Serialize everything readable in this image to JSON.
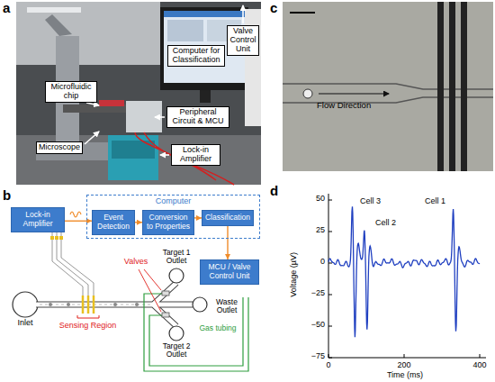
{
  "diagram": {
    "nodes": [
      {
        "text": [
          "Computer for Classification"
        ]
      },
      {
        "text": [
          "Valve Control Unit"
        ]
      },
      {
        "text": [
          "Microfluidic chip"
        ]
      },
      {
        "text": [
          "Microscope"
        ]
      },
      {
        "text": [
          "Peripheral Circuit & MCU"
        ]
      },
      {
        "text": [
          "Lock-in Amplifier"
        ]
      },
      {
        "text": [
          "Lock-in Amplifier"
        ]
      },
      {
        "text": [
          "Computer"
        ]
      },
      {
        "text": [
          "Event Detection"
        ],
        "in": 7
      },
      {
        "text": [
          "Conversion to Properties"
        ],
        "in": 7
      },
      {
        "text": [
          "Classification"
        ],
        "in": 7
      },
      {
        "text": [
          "MCU / Valve Control Unit"
        ]
      }
    ],
    "edges": [
      {
        "from": 6,
        "to": 8,
        "arrow": "to"
      },
      {
        "from": 8,
        "to": 9,
        "arrow": "to"
      },
      {
        "from": 9,
        "to": 10,
        "arrow": "to"
      },
      {
        "from": 10,
        "to": 11,
        "arrow": "to"
      }
    ],
    "labels": [
      "a",
      "b",
      "c",
      "d",
      "Inlet",
      "Sensing Region",
      "Valves",
      "Target 1 Outlet",
      "Target 2 Outlet",
      "Waste Outlet",
      "Gas tubing",
      "Flow Direction",
      "Cell 3",
      "Cell 2",
      "Cell 1",
      "50",
      "25",
      "0",
      "−25",
      "−50",
      "−75",
      "0",
      "200",
      "400",
      "Voltage (µV)",
      "Time (ms)"
    ]
  }
}
